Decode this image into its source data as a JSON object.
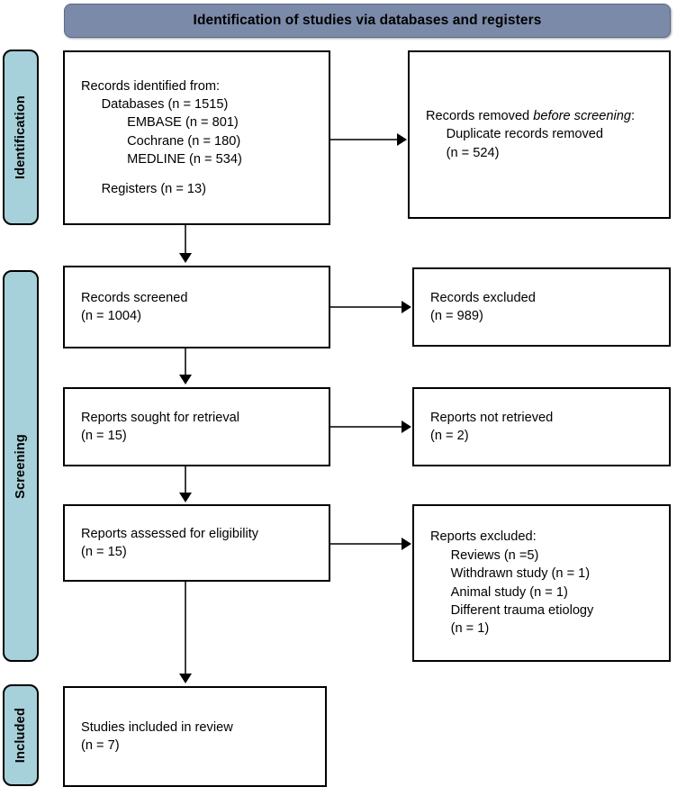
{
  "banner": {
    "title": "Identification of studies via databases and registers",
    "fill_color": "#7a8aa8"
  },
  "phases": [
    {
      "id": "identification",
      "label": "Identification"
    },
    {
      "id": "screening",
      "label": "Screening"
    },
    {
      "id": "included",
      "label": "Included"
    }
  ],
  "phase_tab_color": "#a6d0da",
  "boxes": {
    "records_identified": {
      "line1": "Records identified from:",
      "line2": "Databases (n = 1515)",
      "line3": "EMBASE (n = 801)",
      "line4": "Cochrane (n = 180)",
      "line5": "MEDLINE (n = 534)",
      "line6": "Registers (n = 13)"
    },
    "records_removed": {
      "line1_prefix": "Records removed ",
      "line1_italic": "before screening",
      "line1_suffix": ":",
      "line2": "Duplicate records removed",
      "line3": "(n = 524)"
    },
    "records_screened": {
      "line1": "Records screened",
      "line2": "(n = 1004)"
    },
    "records_excluded": {
      "line1": "Records excluded",
      "line2": "(n = 989)"
    },
    "reports_sought": {
      "line1": "Reports sought for retrieval",
      "line2": "(n = 15)"
    },
    "reports_not_retrieved": {
      "line1": "Reports not retrieved",
      "line2": "(n = 2)"
    },
    "reports_assessed": {
      "line1": "Reports assessed for eligibility",
      "line2": "(n = 15)"
    },
    "reports_excluded": {
      "line1": "Reports excluded:",
      "line2": "Reviews (n =5)",
      "line3": "Withdrawn study (n = 1)",
      "line4": "Animal study (n = 1)",
      "line5": "Different trauma etiology",
      "line6": "(n = 1)"
    },
    "studies_included": {
      "line1": "Studies included in review",
      "line2": "(n = 7)"
    }
  },
  "chart_data": {
    "type": "diagram",
    "title": "Identification of studies via databases and registers",
    "diagram_kind": "PRISMA flow diagram",
    "phases": [
      "Identification",
      "Screening",
      "Included"
    ],
    "nodes": [
      {
        "id": "records_identified",
        "phase": "Identification",
        "label": "Records identified from",
        "counts": {
          "Databases": 1515,
          "EMBASE": 801,
          "Cochrane": 180,
          "MEDLINE": 534,
          "Registers": 13
        }
      },
      {
        "id": "records_removed",
        "phase": "Identification",
        "label": "Records removed before screening",
        "counts": {
          "Duplicate records removed": 524
        }
      },
      {
        "id": "records_screened",
        "phase": "Screening",
        "label": "Records screened",
        "counts": {
          "n": 1004
        }
      },
      {
        "id": "records_excluded",
        "phase": "Screening",
        "label": "Records excluded",
        "counts": {
          "n": 989
        }
      },
      {
        "id": "reports_sought",
        "phase": "Screening",
        "label": "Reports sought for retrieval",
        "counts": {
          "n": 15
        }
      },
      {
        "id": "reports_not_retrieved",
        "phase": "Screening",
        "label": "Reports not retrieved",
        "counts": {
          "n": 2
        }
      },
      {
        "id": "reports_assessed",
        "phase": "Screening",
        "label": "Reports assessed for eligibility",
        "counts": {
          "n": 15
        }
      },
      {
        "id": "reports_excluded",
        "phase": "Screening",
        "label": "Reports excluded",
        "counts": {
          "Reviews": 5,
          "Withdrawn study": 1,
          "Animal study": 1,
          "Different trauma etiology": 1
        }
      },
      {
        "id": "studies_included",
        "phase": "Included",
        "label": "Studies included in review",
        "counts": {
          "n": 7
        }
      }
    ],
    "edges": [
      {
        "from": "records_identified",
        "to": "records_removed",
        "direction": "right"
      },
      {
        "from": "records_identified",
        "to": "records_screened",
        "direction": "down"
      },
      {
        "from": "records_screened",
        "to": "records_excluded",
        "direction": "right"
      },
      {
        "from": "records_screened",
        "to": "reports_sought",
        "direction": "down"
      },
      {
        "from": "reports_sought",
        "to": "reports_not_retrieved",
        "direction": "right"
      },
      {
        "from": "reports_sought",
        "to": "reports_assessed",
        "direction": "down"
      },
      {
        "from": "reports_assessed",
        "to": "reports_excluded",
        "direction": "right"
      },
      {
        "from": "reports_assessed",
        "to": "studies_included",
        "direction": "down"
      }
    ]
  }
}
